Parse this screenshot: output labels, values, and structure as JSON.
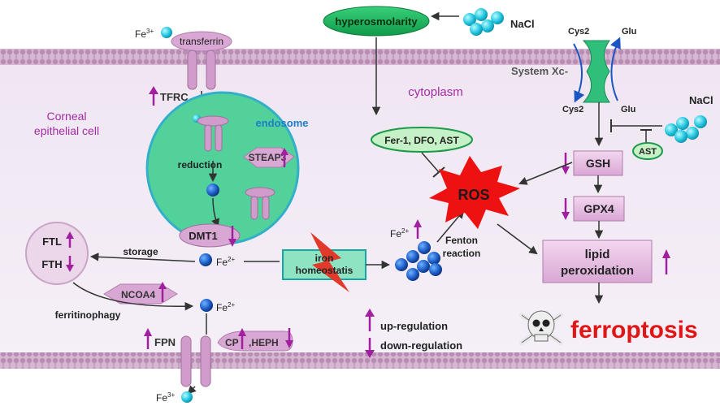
{
  "labels": {
    "fe3_top": "Fe",
    "fe3_top_sup": "3+",
    "transferrin": "transferrin",
    "tfrc": "TFRC",
    "corneal": "Corneal",
    "epithelial": "epithelial cell",
    "endosome": "endosome",
    "reduction": "reduction",
    "steap3": "STEAP3",
    "dmt1": "DMT1",
    "ftl": "FTL",
    "fth": "FTH",
    "storage": "storage",
    "fe2_a": "Fe",
    "fe2_a_sup": "2+",
    "ncoa4": "NCOA4",
    "ferritinophagy": "ferritinophagy",
    "fe2_b": "Fe",
    "fe2_b_sup": "2+",
    "fpn": "FPN",
    "cp": "CP",
    "heph": ",HEPH",
    "fe3_bottom": "Fe",
    "fe3_bottom_sup": "3+",
    "hyperosmolarity": "hyperosmolarity",
    "nacl_top": "NaCl",
    "cytoplasm": "cytoplasm",
    "inhibitors": "Fer-1, DFO, AST",
    "ros": "ROS",
    "iron_line1": "iron",
    "iron_line2": "homeostatis",
    "fe2_c": "Fe",
    "fe2_c_sup": "2+",
    "fenton1": "Fenton",
    "fenton2": "reaction",
    "system_xc": "System Xc-",
    "cys2_top": "Cys2",
    "glu_top": "Glu",
    "cys2_bottom": "Cys2",
    "glu_bottom": "Glu",
    "nacl_right": "NaCl",
    "ast": "AST",
    "gsh": "GSH",
    "gpx4": "GPX4",
    "lipid1": "lipid",
    "lipid2": "peroxidation",
    "ferroptosis": "ferroptosis",
    "up_reg": "up-regulation",
    "down_reg": "down-regulation"
  },
  "colors": {
    "membrane": "#c5a3c2",
    "purple_arrow": "#a020a0",
    "label_purple": "#a52aa5",
    "endosome_fill": "#4fcf98",
    "ros_red": "#ee1111",
    "ferroptosis_red": "#e01515",
    "endosome_label": "#1e7ec8"
  }
}
